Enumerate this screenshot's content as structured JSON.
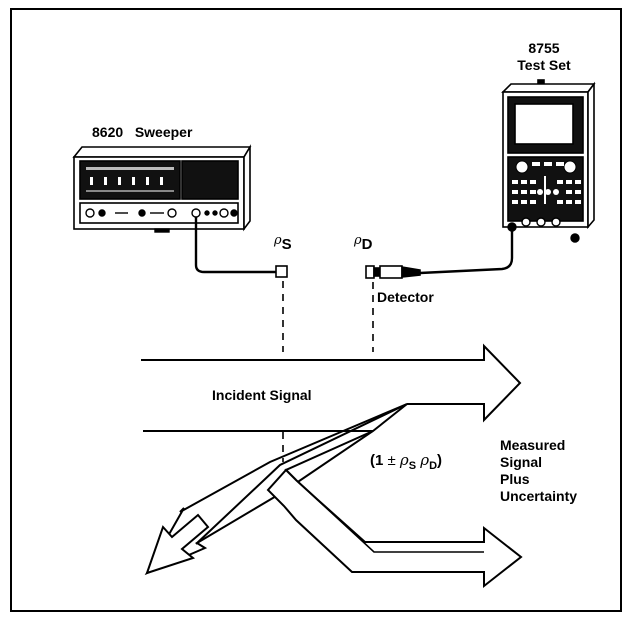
{
  "sweeper": {
    "model": "8620",
    "name": "Sweeper"
  },
  "test_set": {
    "model": "8755",
    "name": "Test Set"
  },
  "rho_s": {
    "symbol": "ρ",
    "sub": "S"
  },
  "rho_d": {
    "symbol": "ρ",
    "sub": "D"
  },
  "detector_label": "Detector",
  "incident_label": "Incident Signal",
  "measured_label": [
    "Measured",
    "Signal",
    "Plus",
    "Uncertainty"
  ],
  "uncertainty_formula": {
    "open": "(1",
    "pm": "±",
    "rho": "ρ",
    "sub_s": "S",
    "sub_d": "D",
    "close": ")"
  }
}
